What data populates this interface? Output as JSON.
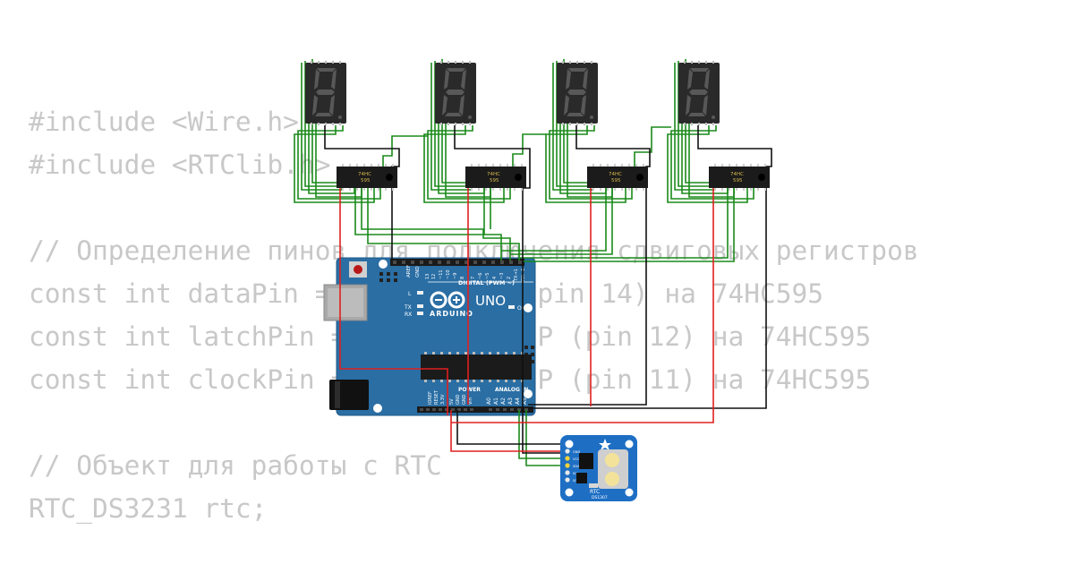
{
  "code_lines": [
    "#include <Wire.h>",
    "#include <RTClib.h>",
    "",
    "// Определение пинов для подключения сдвиговых регистров",
    "const int dataPin = 2;   // DS (pin 14) на 74HC595",
    "const int latchPin = 3;  // ST_CP (pin 12) на 74HC595",
    "const int clockPin = 4;  // SH_CP (pin 11) на 74HC595",
    "",
    "// Объект для работы с RTC",
    "RTC_DS3231 rtc;"
  ],
  "shift_register_label_line1": "74HC",
  "shift_register_label_line2": "595",
  "arduino": {
    "model": "UNO",
    "brand": "ARDUINO",
    "digital_header": "DIGITAL (PWM ~)",
    "analog_header": "ANALOG IN",
    "power_header": "POWER",
    "led_l": "L",
    "led_tx": "TX",
    "led_rx": "RX",
    "led_on": "ON",
    "aref": "AREF",
    "gnd": "GND",
    "digital_pins": [
      "13",
      "12",
      "~11",
      "~10",
      "~9",
      "8",
      "7",
      "~6",
      "~5",
      "4",
      "~3",
      "2",
      "TX→1",
      "RX←0"
    ],
    "power_pins": [
      "IOREF",
      "RESET",
      "3.3V",
      "5V",
      "GND",
      "GND",
      "Vin"
    ],
    "analog_pins": [
      "A0",
      "A1",
      "A2",
      "A3",
      "A4",
      "A5"
    ]
  },
  "rtc": {
    "label": "RTC",
    "chip": "DS1307",
    "pins": [
      "GND",
      "VCC",
      "SDA",
      "SCL",
      "SQW"
    ]
  },
  "colors": {
    "code_text": "#c8c8c8",
    "wire_green": "#1a8a1a",
    "wire_red": "#e02020",
    "wire_black": "#111111",
    "board_blue": "#2a6ea4",
    "rtc_blue": "#1e6fc4"
  }
}
